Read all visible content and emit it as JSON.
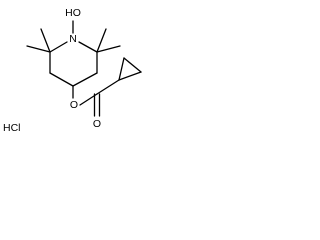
{
  "molecule": {
    "atom_labels": {
      "hydroxyl": "HO",
      "ring_nitrogen": "N",
      "ester_oxygen": "O",
      "carbonyl_oxygen": "O",
      "salt": "HCl"
    }
  }
}
